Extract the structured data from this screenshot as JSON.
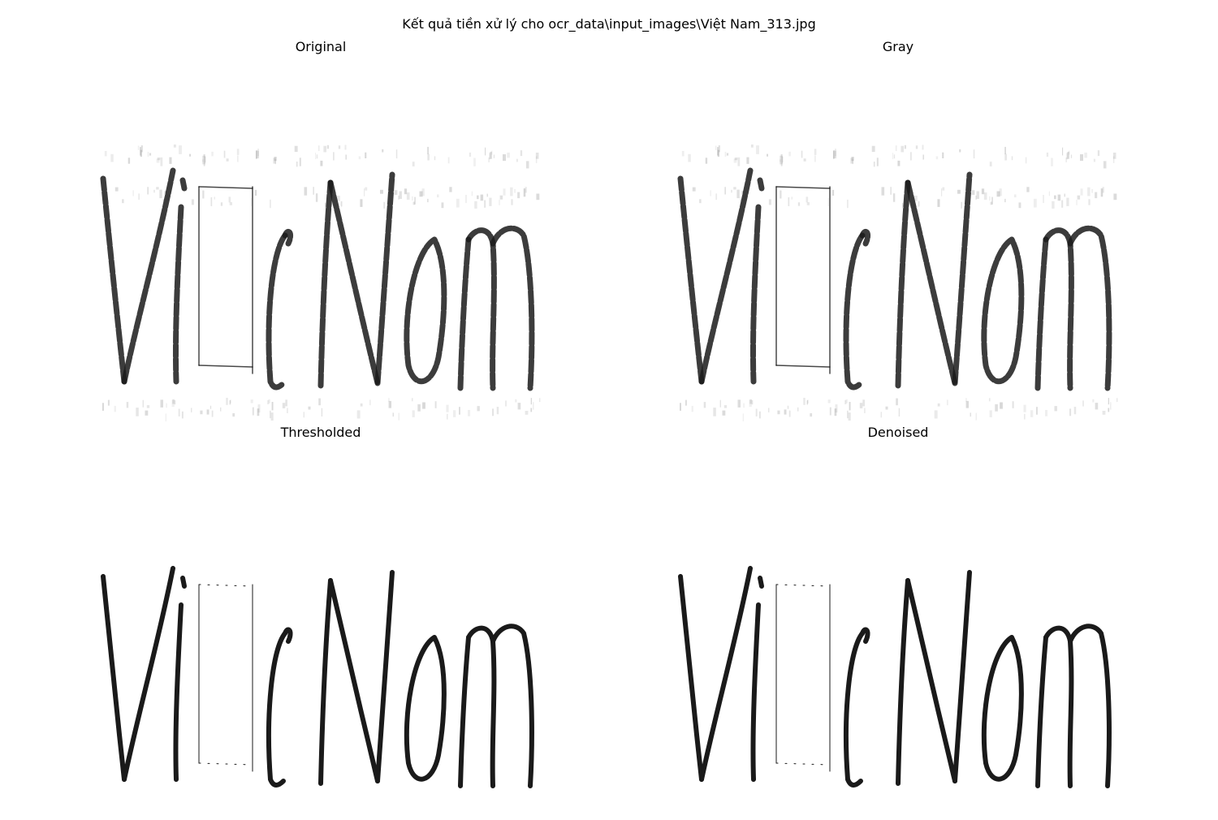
{
  "figure": {
    "title": "Kết quả tiền xử lý cho ocr_data\\input_images\\Việt Nam_313.jpg"
  },
  "panels": [
    {
      "id": "original",
      "title": "Original",
      "mode": "soft"
    },
    {
      "id": "gray",
      "title": "Gray",
      "mode": "soft"
    },
    {
      "id": "thresholded",
      "title": "Thresholded",
      "mode": "binary"
    },
    {
      "id": "denoised",
      "title": "Denoised",
      "mode": "binary"
    }
  ],
  "colors": {
    "ink": "#1a1a1a",
    "noise": "#9a9a9a",
    "background": "#ffffff"
  }
}
